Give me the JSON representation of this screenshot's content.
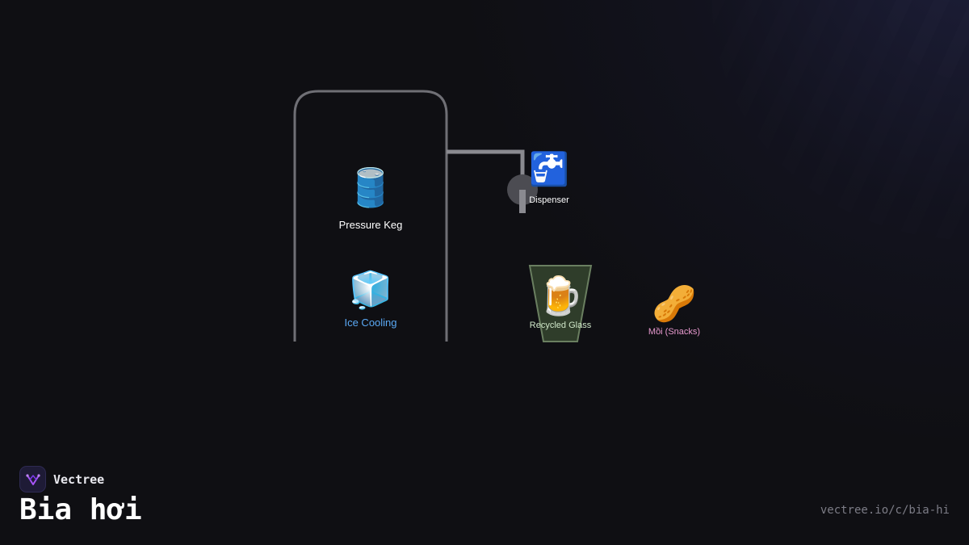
{
  "brand": {
    "name": "Vectree",
    "accent_color": "#a855f7"
  },
  "page": {
    "title": "Bia hơi",
    "url": "vectree.io/c/bia-hi"
  },
  "diagram": {
    "stroke_color": "#6f6f75",
    "nodes": {
      "pressure_keg": {
        "label": "Pressure Keg",
        "icon": "🛢️",
        "icon_name": "oil-drum-icon",
        "label_color": "#ffffff"
      },
      "ice_cooling": {
        "label": "Ice Cooling",
        "icon": "🧊",
        "icon_name": "ice-cube-icon",
        "label_color": "#5aa9f5"
      },
      "dispenser": {
        "label": "Dispenser",
        "icon": "🚰",
        "icon_name": "potable-water-icon",
        "label_color": "#ffffff"
      },
      "recycled_glass": {
        "label": "Recycled Glass",
        "icon": "🍺",
        "icon_name": "beer-mug-icon",
        "label_color": "#cfe6c8",
        "fill_color": "#2f3d2a",
        "stroke_color": "#6a7f60"
      },
      "snacks": {
        "label": "Mồi (Snacks)",
        "icon": "🥜",
        "icon_name": "peanuts-icon",
        "label_color": "#e99ad0"
      }
    }
  }
}
